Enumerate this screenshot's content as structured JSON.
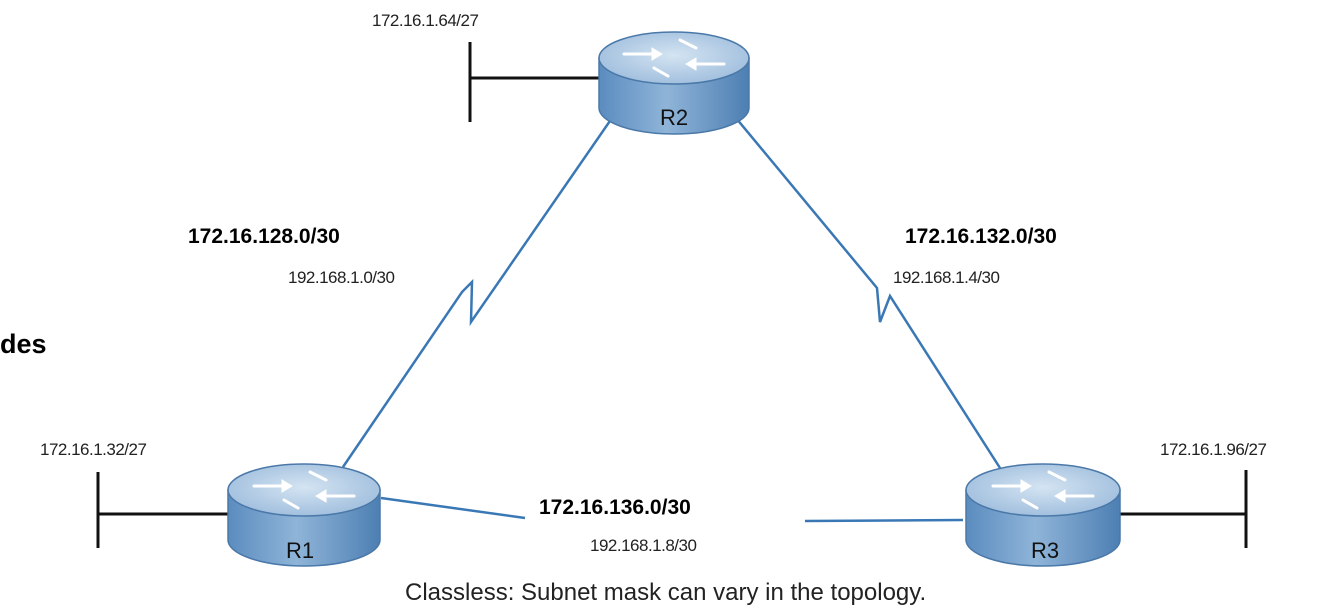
{
  "side_text": "des",
  "caption": "Classless: Subnet mask can vary in the topology.",
  "routers": [
    {
      "id": "r1",
      "name": "R1"
    },
    {
      "id": "r2",
      "name": "R2"
    },
    {
      "id": "r3",
      "name": "R3"
    }
  ],
  "lan_labels": {
    "r1": "172.16.1.32/27",
    "r2": "172.16.1.64/27",
    "r3": "172.16.1.96/27"
  },
  "links": {
    "r1_r2": {
      "old": "192.168.1.0/30",
      "new": "172.16.128.0/30"
    },
    "r2_r3": {
      "old": "192.168.1.4/30",
      "new": "172.16.132.0/30"
    },
    "r1_r3": {
      "old": "192.168.1.8/30",
      "new": "172.16.136.0/30"
    }
  },
  "colors": {
    "link": "#3a78b5",
    "router_top": "#aec6e0",
    "router_body": "#6d9cc9",
    "router_edge": "#4a78a8"
  }
}
